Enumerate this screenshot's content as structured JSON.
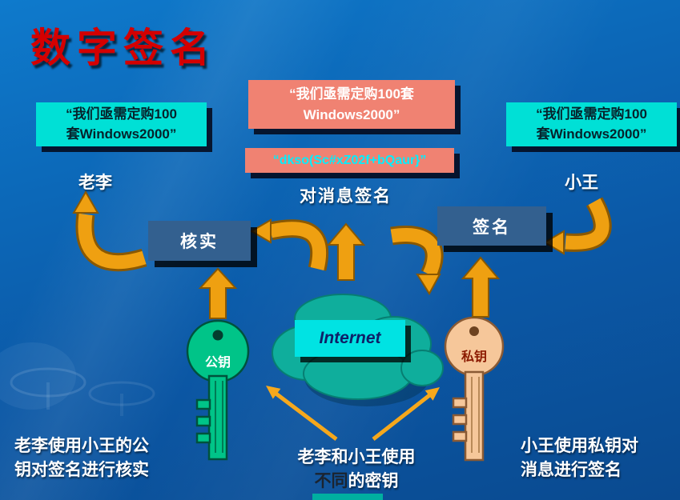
{
  "title": "数字签名",
  "messages": {
    "left": {
      "line1": "“我们亟需定购100",
      "line2": "套Windows2000”"
    },
    "top": {
      "line1": "“我们亟需定购100套",
      "line2": "Windows2000”"
    },
    "signed": "“dkso(Sc#xZ02f+bQaur}”",
    "right": {
      "line1": "“我们亟需定购100",
      "line2": "套Windows2000”"
    }
  },
  "actors": {
    "left": "老李",
    "right": "小王"
  },
  "process": {
    "sign_message_label": "对消息签名",
    "verify_box": "核实",
    "sign_box": "签名",
    "internet_box": "Internet"
  },
  "keys": {
    "public": "公钥",
    "private": "私钥"
  },
  "captions": {
    "left": {
      "line1": "老李使用小王的公",
      "line2": "钥对签名进行核实"
    },
    "center": {
      "line1": "老李和小王使用",
      "line2_highlight": "不同",
      "line2_rest": "的密钥"
    },
    "right": {
      "line1": "小王使用私钥对",
      "line2": "消息进行签名"
    }
  },
  "colors": {
    "background_top": "#0E7ACC",
    "background_bottom": "#0A4A90",
    "title_red": "#D40000",
    "cyan_box": "#00E0D6",
    "salmon_box": "#F08272",
    "steel_blue_box": "#33608F",
    "arrow_orange": "#EFA011",
    "cloud_teal": "#0FAE9C",
    "key_green": "#00C488",
    "key_peach": "#F6C79A",
    "signed_text_cyan": "#00F0FF",
    "internet_text": "#0E2168",
    "bottom_bar_teal": "#00AFA0"
  }
}
